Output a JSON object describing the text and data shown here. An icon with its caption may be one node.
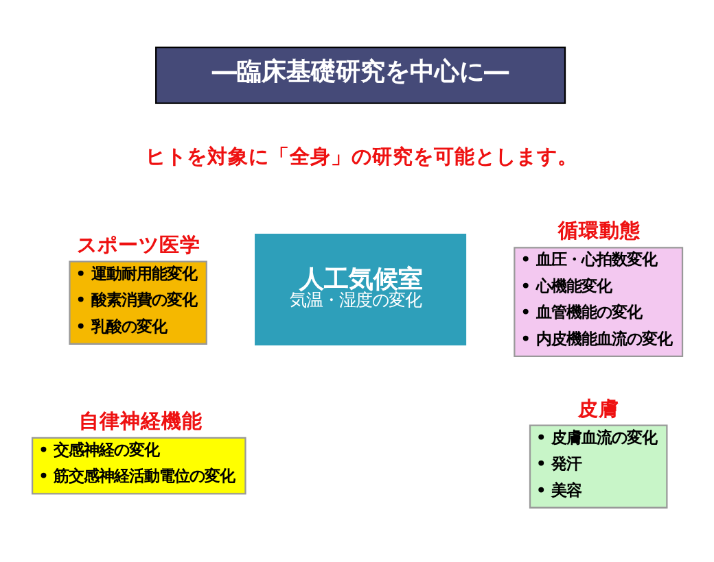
{
  "diagram": {
    "nodes": [
      {
        "text": [
          "―臨床基礎研究を中心に―"
        ]
      },
      {
        "text": [
          "スポーツ医学",
          "• 運動耐用能変化",
          "• 酸素消費の変化",
          "• 乳酸の変化"
        ]
      },
      {
        "text": [
          "循環動態",
          "• 血圧・心拍数変化",
          "• 心機能変化",
          "• 血管機能の変化",
          "• 内皮機能血流の変化"
        ]
      },
      {
        "text": [
          "人工気候室",
          "気温・湿度の変化"
        ]
      },
      {
        "text": [
          "自律神経機能",
          "• 交感神経の変化",
          "• 筋交感神経活動電位の変化"
        ]
      },
      {
        "text": [
          "皮膚",
          "• 皮膚血流の変化",
          "• 発汗",
          "• 美容"
        ]
      }
    ],
    "edges": [],
    "labels": [
      "ヒトを対象に「全身」の研究を可能とします。"
    ]
  }
}
